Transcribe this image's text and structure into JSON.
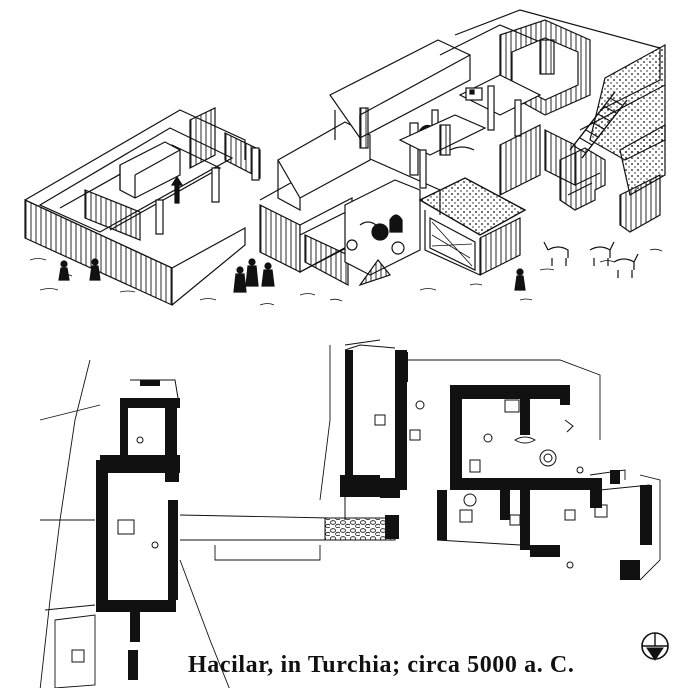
{
  "caption": "Hacilar, in Turchia; circa 5000 a. C.",
  "ink_color": "#111111",
  "paper_color": "#ffffff",
  "icons": {
    "north_arrow": "north-arrow-compass-icon"
  },
  "sections": {
    "top": "axonometric-reconstruction",
    "bottom": "archaeological-ground-plan"
  }
}
